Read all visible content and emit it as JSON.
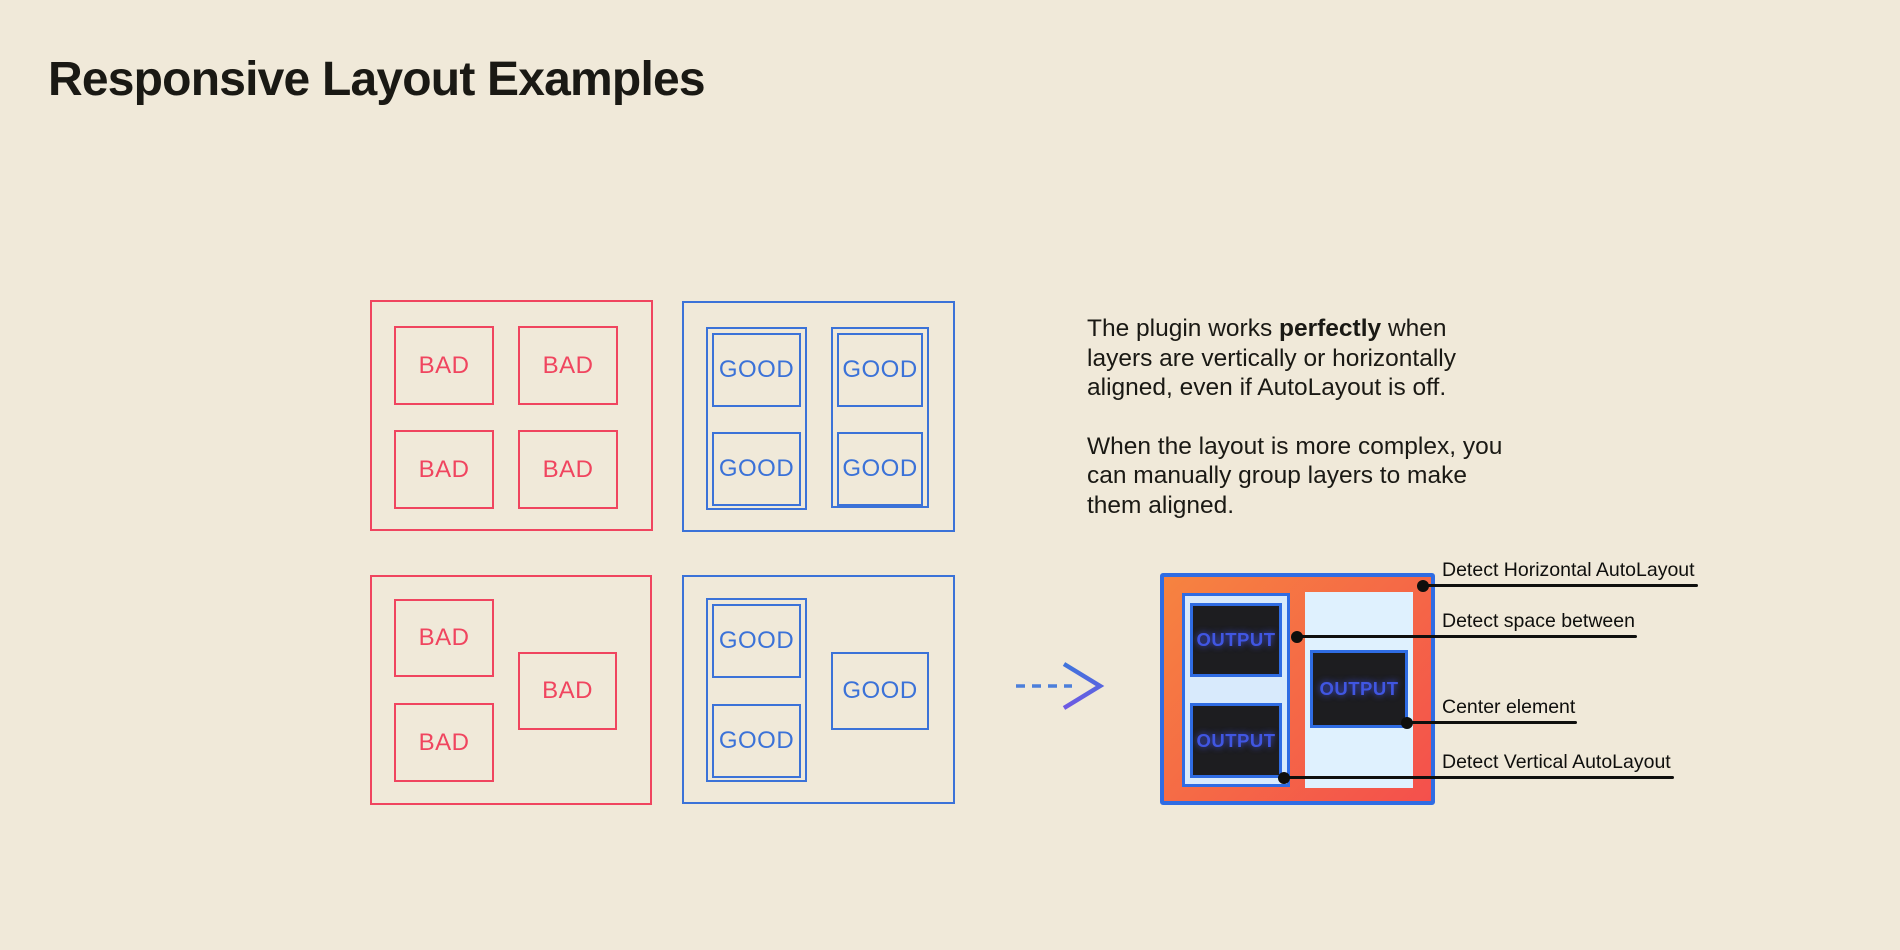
{
  "title": "Responsive Layout Examples",
  "quadrants": {
    "bad_aligned": {
      "labels": [
        "BAD",
        "BAD",
        "BAD",
        "BAD"
      ]
    },
    "good_aligned": {
      "labels": [
        "GOOD",
        "GOOD",
        "GOOD",
        "GOOD"
      ]
    },
    "bad_complex": {
      "labels": [
        "BAD",
        "BAD",
        "BAD"
      ]
    },
    "good_complex": {
      "labels": [
        "GOOD",
        "GOOD",
        "GOOD"
      ]
    }
  },
  "description": {
    "p1_line1_before": "The plugin works ",
    "p1_line1_bold": "perfectly",
    "p1_line1_after": " when",
    "p1_line2": "layers are vertically or horizontally",
    "p1_line3": "aligned, even if AutoLayout is off.",
    "p2_line1": "When the layout is more complex, you",
    "p2_line2": "can manually group layers to make",
    "p2_line3": "them aligned."
  },
  "output": {
    "boxes": [
      "OUTPUT",
      "OUTPUT",
      "OUTPUT"
    ]
  },
  "annotations": [
    {
      "label": "Detect Horizontal AutoLayout"
    },
    {
      "label": "Detect space between"
    },
    {
      "label": "Center element"
    },
    {
      "label": "Detect Vertical AutoLayout"
    }
  ],
  "colors": {
    "background": "#F0E9D9",
    "bad_red": "#F0455F",
    "good_blue": "#3B72D8",
    "output_border_blue": "#2F6CE3",
    "gradient_start": "#F68340",
    "gradient_end": "#F4504C",
    "light_blue_fill": "#D8EAFC",
    "light_blue_fill_2": "#DFF1FE",
    "dark_box": "#1D1D20",
    "output_text": "#4056E2",
    "ink": "#1A1914",
    "annotation_black": "#0F0F0D"
  }
}
